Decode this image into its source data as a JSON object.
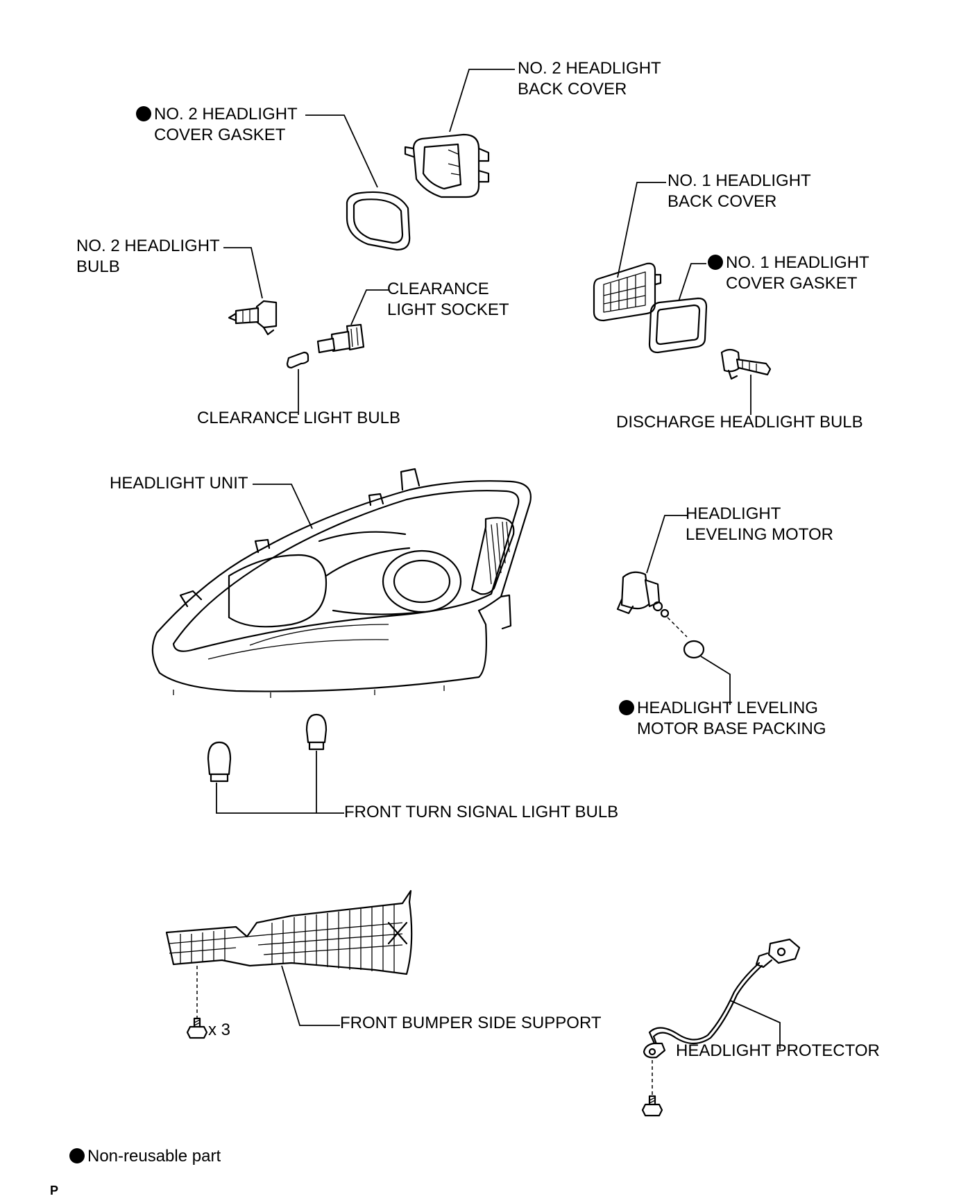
{
  "labels": {
    "no2_back_cover": [
      "NO. 2 HEADLIGHT",
      "BACK COVER"
    ],
    "no2_gasket": [
      "NO. 2 HEADLIGHT",
      "COVER GASKET"
    ],
    "no1_back_cover": [
      "NO. 1 HEADLIGHT",
      "BACK COVER"
    ],
    "no1_gasket": [
      "NO. 1 HEADLIGHT",
      "COVER GASKET"
    ],
    "no2_bulb": [
      "NO. 2 HEADLIGHT",
      "BULB"
    ],
    "clearance_socket": [
      "CLEARANCE",
      "LIGHT SOCKET"
    ],
    "clearance_bulb": "CLEARANCE LIGHT BULB",
    "discharge_bulb": "DISCHARGE HEADLIGHT BULB",
    "headlight_unit": "HEADLIGHT UNIT",
    "leveling_motor": [
      "HEADLIGHT",
      "LEVELING MOTOR"
    ],
    "leveling_packing": [
      "HEADLIGHT LEVELING",
      "MOTOR BASE PACKING"
    ],
    "turn_signal_bulb": "FRONT TURN SIGNAL LIGHT BULB",
    "bumper_support": "FRONT BUMPER SIDE SUPPORT",
    "screw_qty": "x 3",
    "headlight_protector": "HEADLIGHT PROTECTOR"
  },
  "legend": {
    "text": "Non-reusable part",
    "symbol": "filled-circle-icon"
  },
  "corner_mark": "P",
  "non_reusable_parts": [
    "no2_gasket",
    "no1_gasket",
    "leveling_packing"
  ]
}
